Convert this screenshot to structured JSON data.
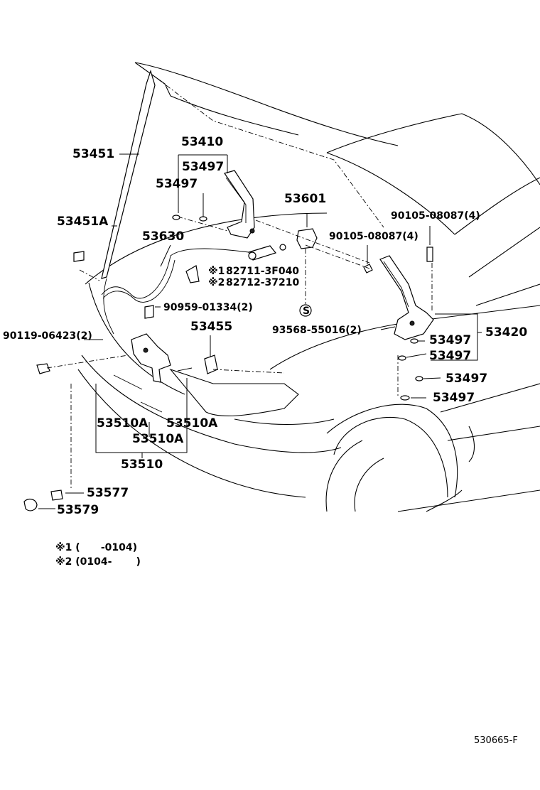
{
  "labels": {
    "p53451": "53451",
    "p53410": "53410",
    "p53497_a": "53497",
    "p53497_b": "53497",
    "p53601": "53601",
    "p90105_a": "90105-08087(4)",
    "p90105_b": "90105-08087(4)",
    "p53451A": "53451A",
    "p53630": "53630",
    "p82711": "82711-3F040",
    "p82712": "82712-37210",
    "p90959": "90959-01334(2)",
    "p53455": "53455",
    "p93568": "93568-55016(2)",
    "p90119": "90119-06423(2)",
    "p53420": "53420",
    "p53497_c": "53497",
    "p53497_d": "53497",
    "p53497_e": "53497",
    "p53497_f": "53497",
    "p53510A_a": "53510A",
    "p53510A_b": "53510A",
    "p53510A_c": "53510A",
    "p53510": "53510",
    "p53577": "53577",
    "p53579": "53579",
    "mark1": "※1",
    "mark2": "※2",
    "s_mark": "S"
  },
  "footnotes": {
    "note1": "※1 (      -0104)",
    "note2": "※2 (0104-       )"
  },
  "figure_code": "530665-F"
}
